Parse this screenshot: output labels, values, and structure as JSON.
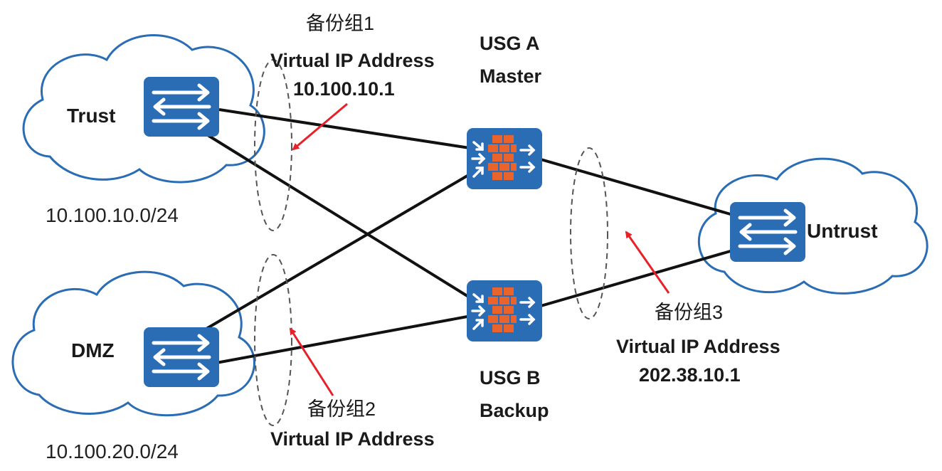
{
  "zones": {
    "trust": {
      "label": "Trust",
      "subnet": "10.100.10.0/24"
    },
    "dmz": {
      "label": "DMZ",
      "subnet": "10.100.20.0/24"
    },
    "untrust": {
      "label": "Untrust"
    }
  },
  "firewalls": {
    "usg_a": {
      "name": "USG A",
      "role": "Master"
    },
    "usg_b": {
      "name": "USG B",
      "role": "Backup"
    }
  },
  "backup_groups": {
    "group1": {
      "title": "备份组1",
      "vip_label": "Virtual IP Address",
      "vip": "10.100.10.1"
    },
    "group2": {
      "title": "备份组2",
      "vip_label": "Virtual IP Address"
    },
    "group3": {
      "title": "备份组3",
      "vip_label": "Virtual IP Address",
      "vip": "202.38.10.1"
    }
  },
  "colors": {
    "device_blue": "#2a6db5",
    "firewall_orange": "#e8642c",
    "arrow_red": "#e8202a",
    "line": "#111111"
  },
  "icons": {
    "switch": "switch-icon",
    "firewall": "firewall-icon",
    "cloud": "cloud-icon"
  }
}
